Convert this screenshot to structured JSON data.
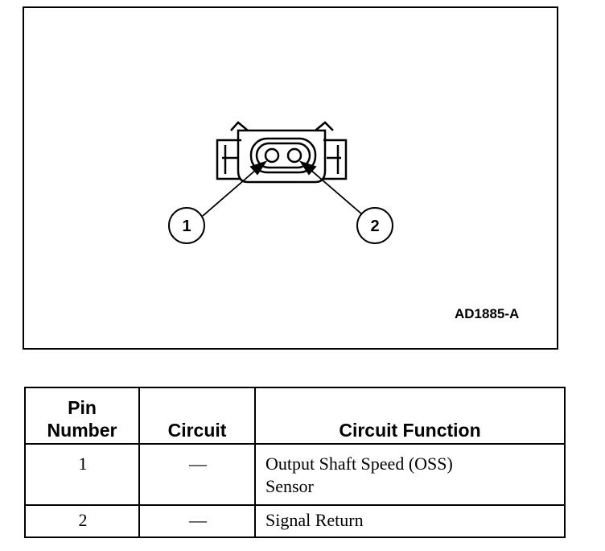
{
  "diagram": {
    "callouts": [
      "1",
      "2"
    ],
    "figure_code": "AD1885-A"
  },
  "table": {
    "headers": {
      "pin_number": [
        "Pin",
        "Number"
      ],
      "circuit": "Circuit",
      "circuit_function": "Circuit Function"
    },
    "rows": [
      {
        "pin": "1",
        "circuit": "—",
        "function": [
          "Output Shaft Speed (OSS)",
          "Sensor"
        ]
      },
      {
        "pin": "2",
        "circuit": "—",
        "function": [
          "Signal Return"
        ]
      }
    ]
  }
}
